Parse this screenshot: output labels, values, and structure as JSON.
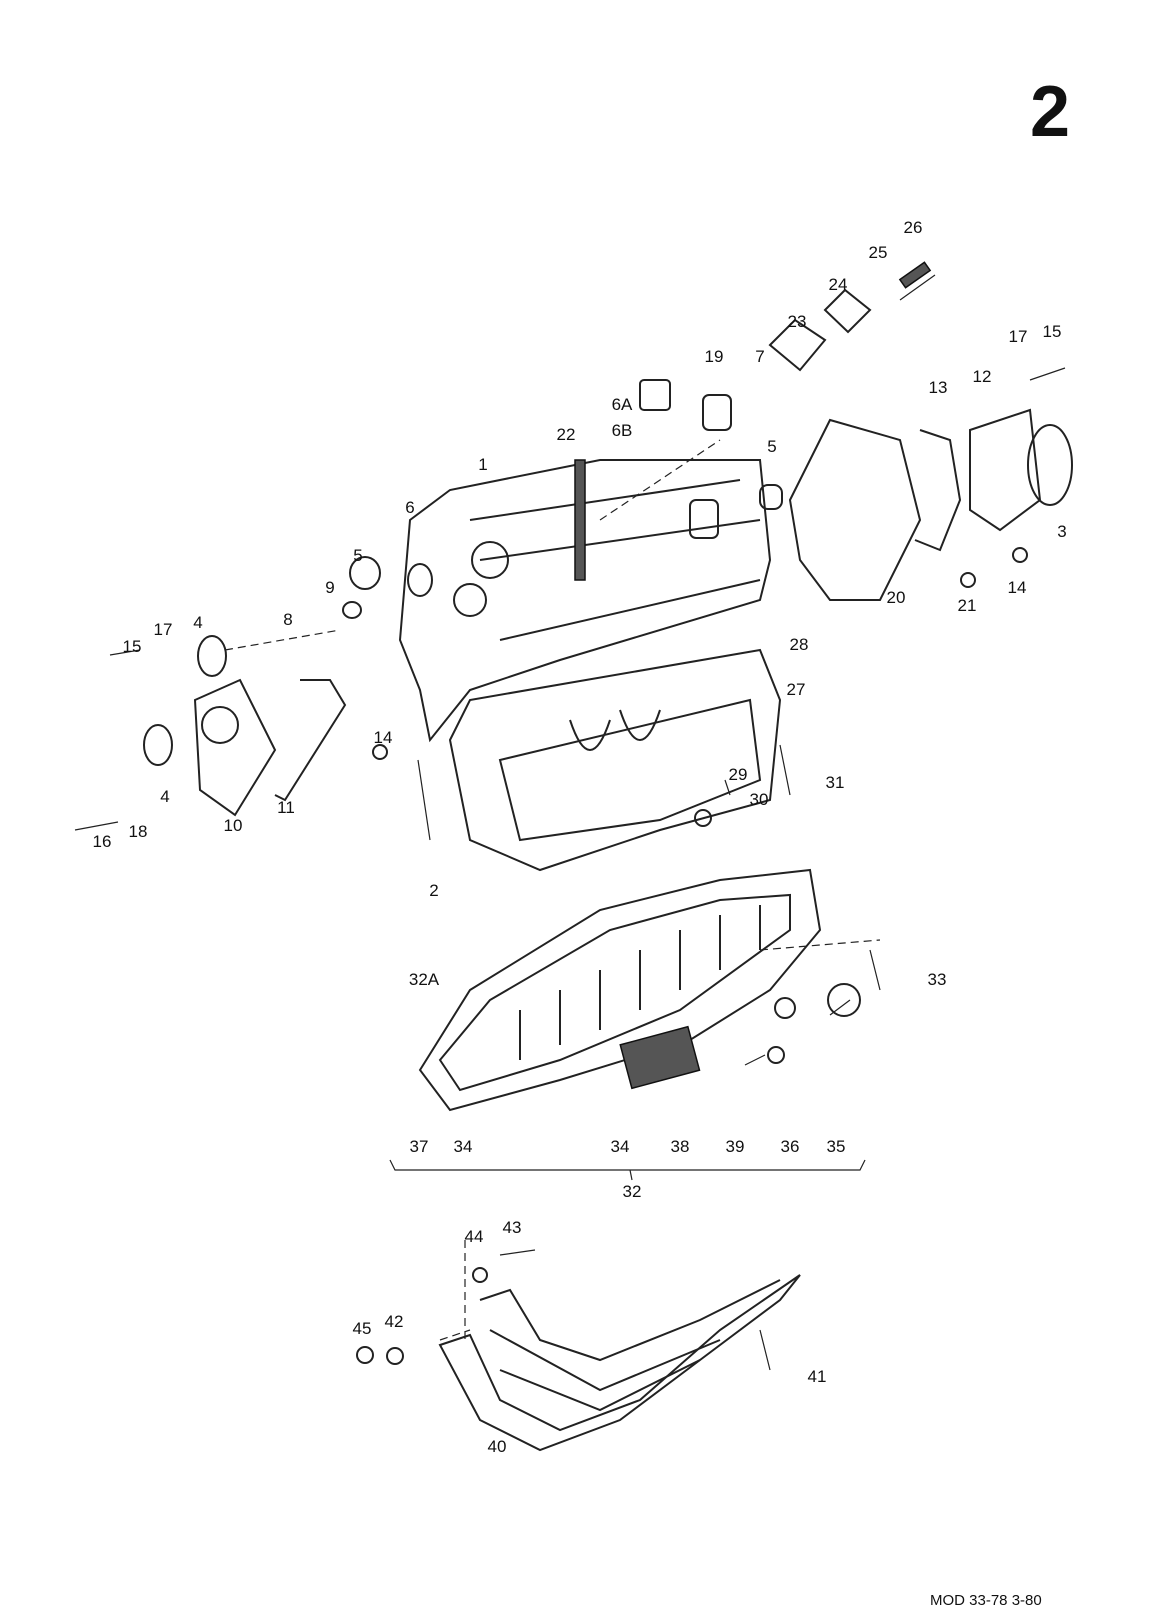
{
  "page_number": "2",
  "footer": "MOD 33-78 3-80",
  "callouts": [
    "26",
    "25",
    "24",
    "23",
    "19",
    "7",
    "6A",
    "6B",
    "22",
    "1",
    "5",
    "17",
    "15",
    "12",
    "13",
    "3",
    "14",
    "21",
    "20",
    "6",
    "5",
    "9",
    "8",
    "4",
    "17",
    "15",
    "28",
    "27",
    "14",
    "11",
    "10",
    "4",
    "18",
    "16",
    "31",
    "29",
    "30",
    "2",
    "33",
    "32A",
    "37",
    "34",
    "34",
    "38",
    "39",
    "36",
    "35",
    "32",
    "43",
    "44",
    "45",
    "42",
    "41",
    "40"
  ]
}
